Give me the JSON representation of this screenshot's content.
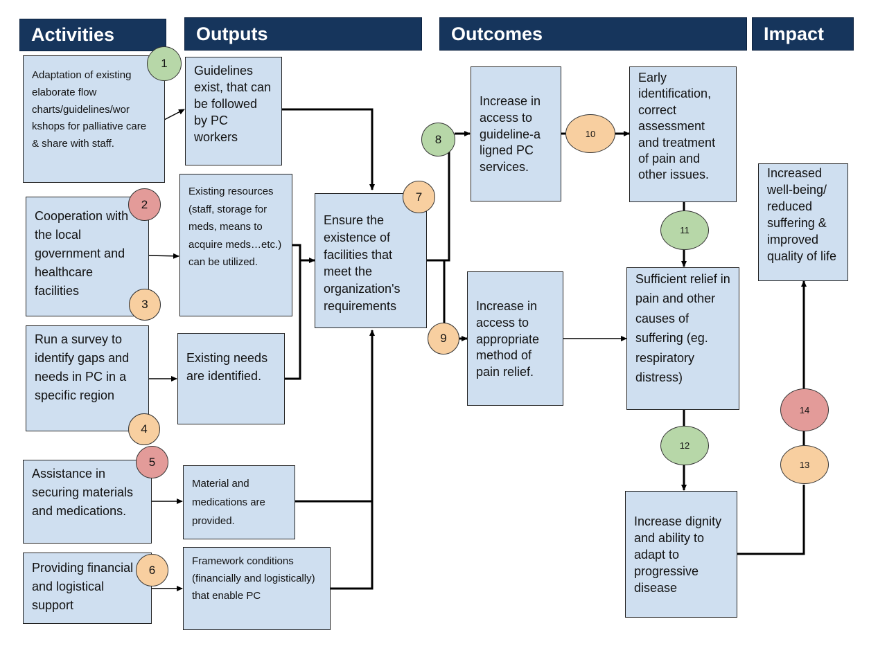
{
  "headers": {
    "activities": "Activities",
    "outputs": "Outputs",
    "outcomes": "Outcomes",
    "impact": "Impact"
  },
  "activities": {
    "a1": "Adaptation of existing elaborate flow charts/guidelines/wor\nkshops for palliative care & share with staff.",
    "a2": "Cooperation with the local government and healthcare facilities",
    "a3": "Run a survey to identify gaps and needs in PC in a specific region",
    "a4": "Assistance in securing materials and medications.",
    "a5": "Providing financial and logistical support"
  },
  "outputs": {
    "o1": "Guidelines exist, that can be followed by PC workers",
    "o2": "Existing resources (staff, storage for meds, means to acquire meds…etc.) can be utilized.",
    "o3": "Existing needs are identified.",
    "o4": "Material and medications are provided.",
    "o5": "Framework conditions (financially and logistically) that enable PC",
    "o6": "Ensure the existence of facilities that meet the organization's requirements"
  },
  "outcomes": {
    "oc1": "Increase in access to guideline-a\nligned PC services.",
    "oc2": "Increase in access to appropriate method of pain relief.",
    "oc3": "Early identification, correct assessment and treatment of pain and other issues.",
    "oc4": "Sufficient relief in pain and other causes of suffering (eg. respiratory distress)",
    "oc5": "Increase dignity and ability to adapt to progressive disease"
  },
  "impact": {
    "i1": "Increased well-being/ reduced suffering & improved quality of life"
  },
  "markers": [
    "1",
    "2",
    "3",
    "4",
    "5",
    "6",
    "7",
    "8",
    "9",
    "10",
    "11",
    "12",
    "13",
    "14"
  ],
  "colors": {
    "header": "#16355c",
    "box": "#cfdff0",
    "green": "#b7d7a8",
    "orange": "#f8cfa0",
    "red": "#e39b99"
  }
}
